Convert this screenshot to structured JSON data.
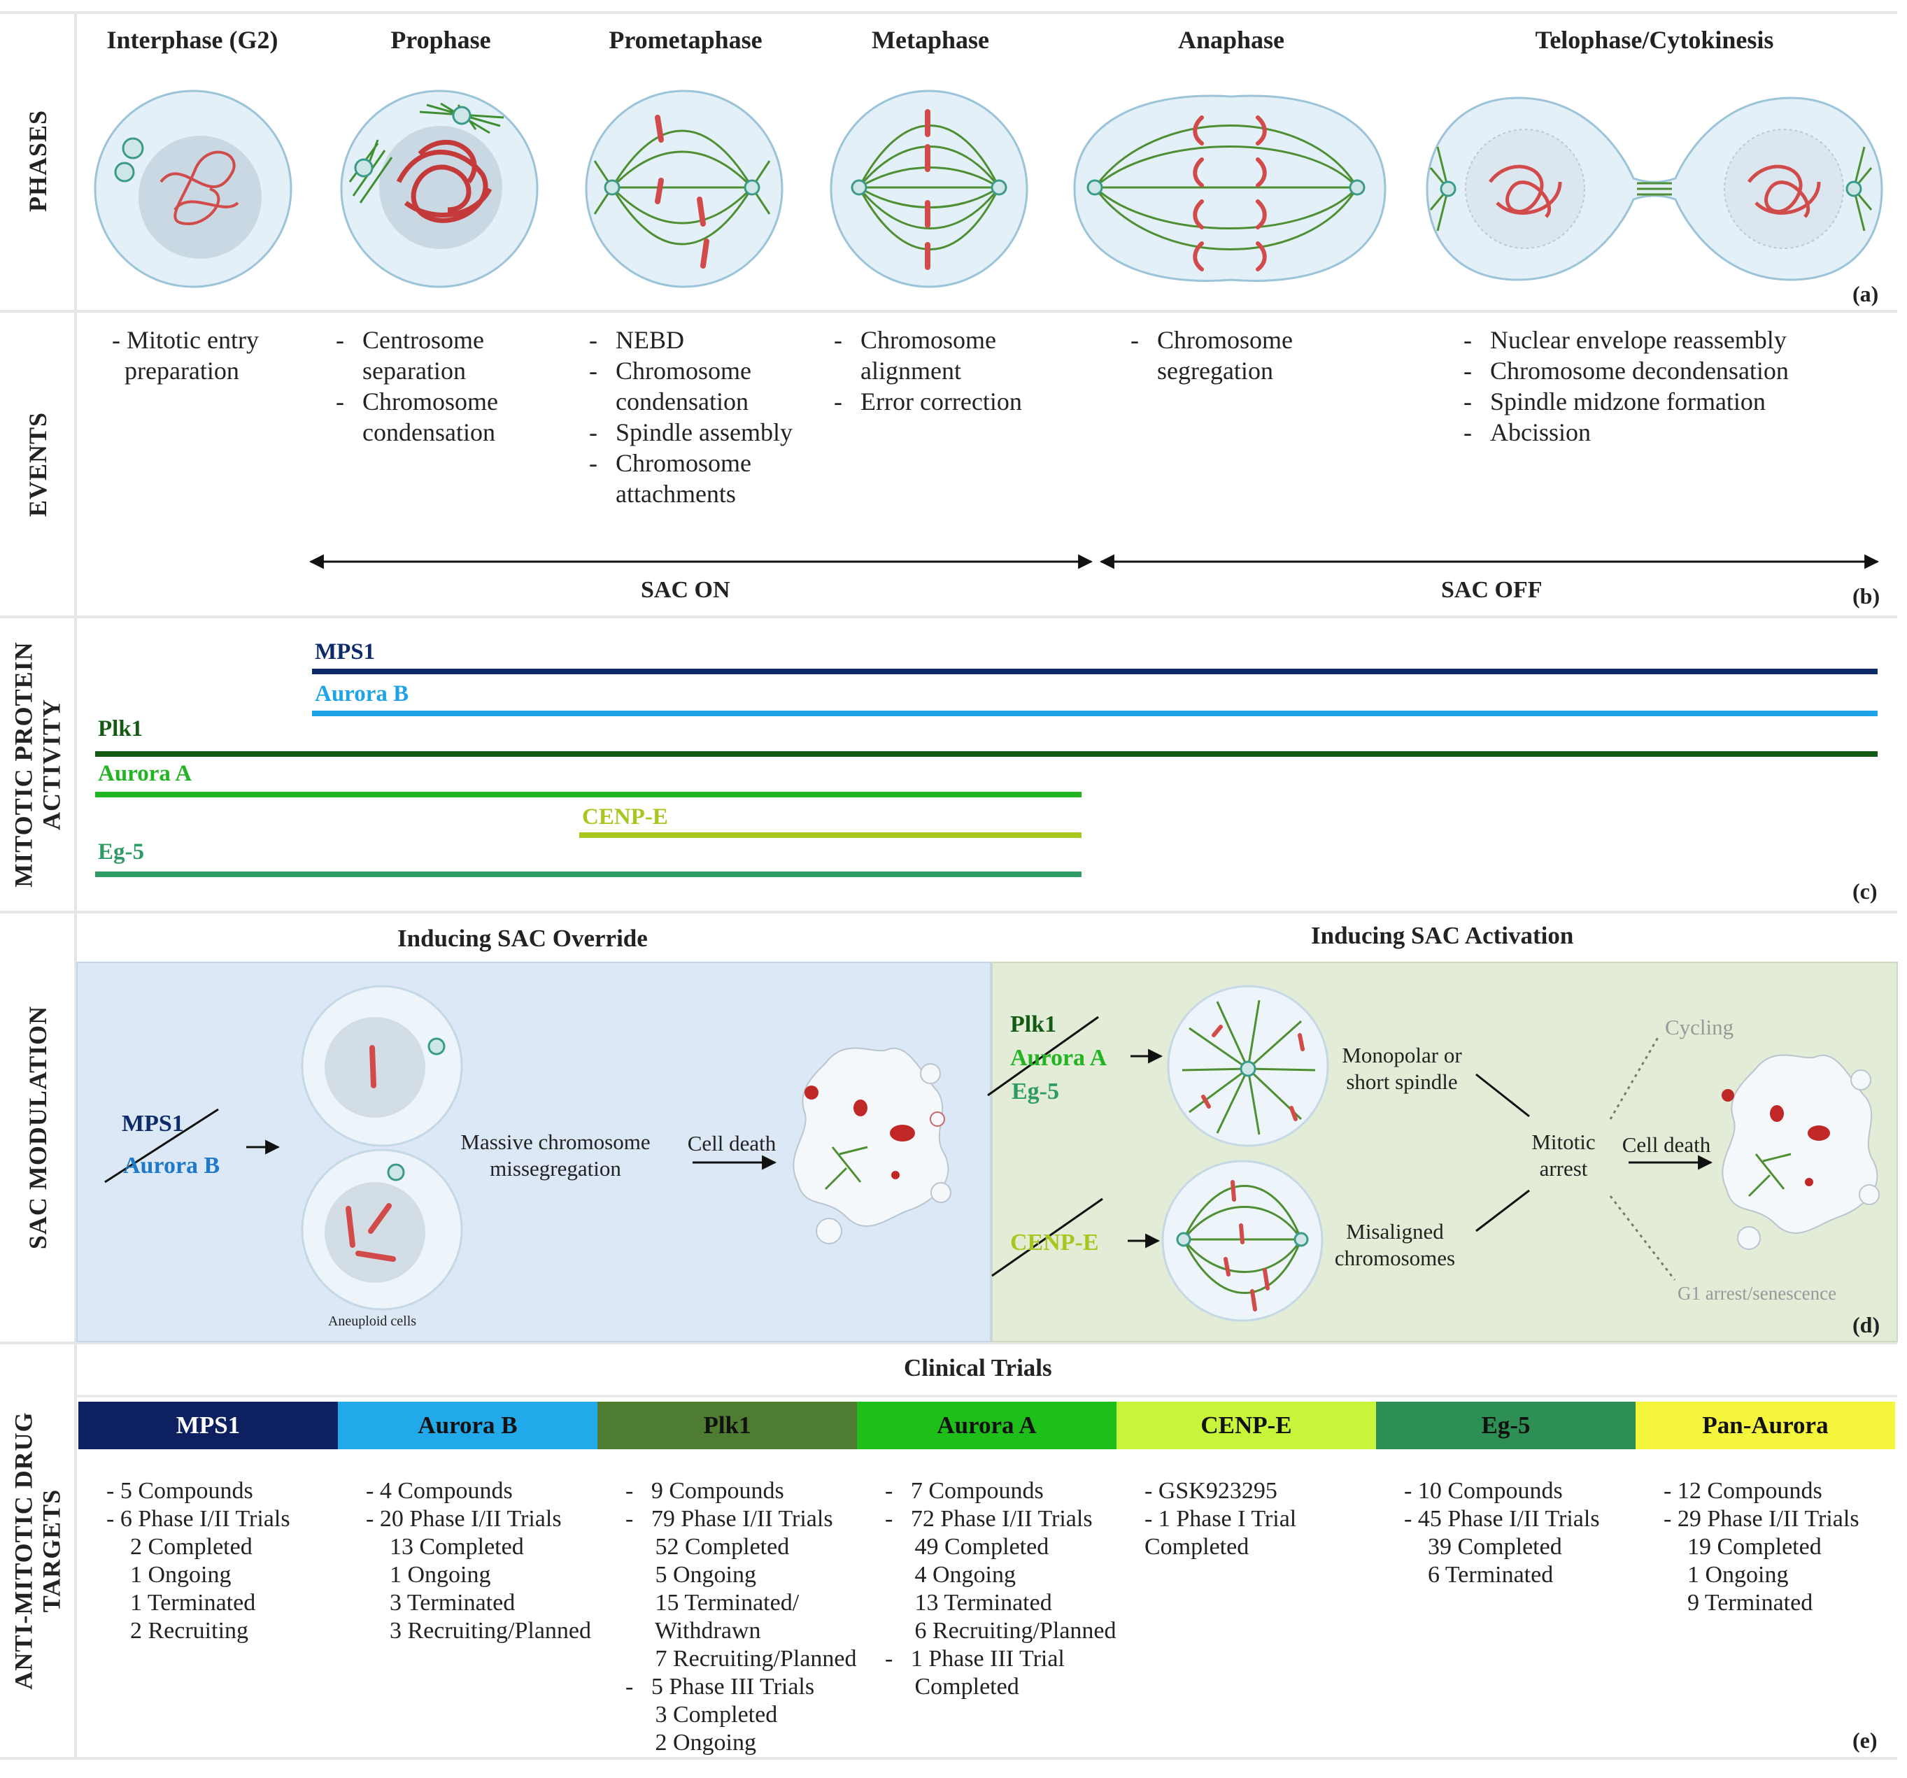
{
  "rows": {
    "phases": "PHASES",
    "events": "EVENTS",
    "activity_line1": "MITOTIC PROTEIN",
    "activity_line2": "ACTIVITY",
    "modulation": "SAC MODULATION",
    "targets_line1": "ANTI-MITOTIC DRUG",
    "targets_line2": "TARGETS"
  },
  "phases": [
    "Interphase (G2)",
    "Prophase",
    "Prometaphase",
    "Metaphase",
    "Anaphase",
    "Telophase/Cytokinesis"
  ],
  "panel_tags": {
    "a": "(a)",
    "b": "(b)",
    "c": "(c)",
    "d": "(d)",
    "e": "(e)"
  },
  "events": {
    "interphase": "- Mitotic entry\n  preparation",
    "prophase": [
      "Centrosome separation",
      "Chromosome condensation"
    ],
    "prometaphase": [
      "NEBD",
      "Chromosome condensation",
      "Spindle assembly",
      "Chromosome attachments"
    ],
    "metaphase": [
      "Chromosome alignment",
      "Error correction"
    ],
    "anaphase": [
      "Chromosome segregation"
    ],
    "telophase": [
      "Nuclear envelope reassembly",
      "Chromosome decondensation",
      "Spindle midzone formation",
      "Abcission"
    ]
  },
  "sac": {
    "on": "SAC ON",
    "off": "SAC OFF"
  },
  "protein_activity": [
    {
      "name": "MPS1",
      "color": "#0d2a6b",
      "from_phase": "Prophase",
      "to_phase": "Telophase/Cytokinesis"
    },
    {
      "name": "Aurora B",
      "color": "#1ea4e6",
      "from_phase": "Prophase",
      "to_phase": "Telophase/Cytokinesis"
    },
    {
      "name": "Plk1",
      "color": "#145a14",
      "from_phase": "Interphase (G2)",
      "to_phase": "Telophase/Cytokinesis"
    },
    {
      "name": "Aurora A",
      "color": "#22b422",
      "from_phase": "Interphase (G2)",
      "to_phase": "Metaphase"
    },
    {
      "name": "CENP-E",
      "color": "#a6c81e",
      "from_phase": "Prometaphase",
      "to_phase": "Metaphase"
    },
    {
      "name": "Eg-5",
      "color": "#2e9a64",
      "from_phase": "Interphase (G2)",
      "to_phase": "Metaphase"
    }
  ],
  "modulation": {
    "override_title": "Inducing SAC Override",
    "activation_title": "Inducing SAC Activation",
    "override_targets": [
      "MPS1",
      "Aurora B"
    ],
    "massive": "Massive chromosome\nmissegregation",
    "cell_death": "Cell death",
    "aneuploid": "Aneuploid cells",
    "activation_targets_top": [
      "Plk1",
      "Aurora A",
      "Eg-5"
    ],
    "activation_target_bottom": "CENP-E",
    "monopolar": "Monopolar or\nshort spindle",
    "misaligned": "Misaligned\nchromosomes",
    "mitotic_arrest": "Mitotic\narrest",
    "cycling": "Cycling",
    "g1_arrest": "G1 arrest/senescence"
  },
  "trials": {
    "title": "Clinical Trials",
    "columns": [
      {
        "name": "MPS1",
        "bg": "#0d2160",
        "fg": "#ffffff",
        "lines": [
          "- 5 Compounds",
          "- 6 Phase I/II Trials",
          "    2 Completed",
          "    1 Ongoing",
          "    1 Terminated",
          "    2 Recruiting"
        ]
      },
      {
        "name": "Aurora B",
        "bg": "#22a9ea",
        "fg": "#111111",
        "lines": [
          "- 4 Compounds",
          "- 20 Phase I/II Trials",
          "    13 Completed",
          "    1 Ongoing",
          "    3 Terminated",
          "    3 Recruiting/Planned"
        ]
      },
      {
        "name": "Plk1",
        "bg": "#4e7d32",
        "fg": "#111111",
        "lines": [
          "-   9 Compounds",
          "-   79 Phase I/II Trials",
          "     52 Completed",
          "     5 Ongoing",
          "     15 Terminated/",
          "     Withdrawn",
          "     7 Recruiting/Planned",
          "-   5 Phase III Trials",
          "     3 Completed",
          "     2 Ongoing"
        ]
      },
      {
        "name": "Aurora A",
        "bg": "#1fbf1a",
        "fg": "#111111",
        "lines": [
          "-   7 Compounds",
          "-   72 Phase I/II Trials",
          "     49 Completed",
          "     4 Ongoing",
          "     13 Terminated",
          "     6 Recruiting/Planned",
          "-   1 Phase III Trial",
          "     Completed"
        ]
      },
      {
        "name": "CENP-E",
        "bg": "#c8f53a",
        "fg": "#111111",
        "lines": [
          "- GSK923295",
          "- 1 Phase I Trial",
          "Completed"
        ]
      },
      {
        "name": "Eg-5",
        "bg": "#2e8f55",
        "fg": "#111111",
        "lines": [
          "- 10 Compounds",
          "- 45 Phase I/II Trials",
          "    39 Completed",
          "    6 Terminated"
        ]
      },
      {
        "name": "Pan-Aurora",
        "bg": "#f5f53c",
        "fg": "#111111",
        "lines": [
          "- 12 Compounds",
          "- 29 Phase I/II Trials",
          "    19 Completed",
          "    1 Ongoing",
          "    9 Terminated"
        ]
      }
    ]
  }
}
